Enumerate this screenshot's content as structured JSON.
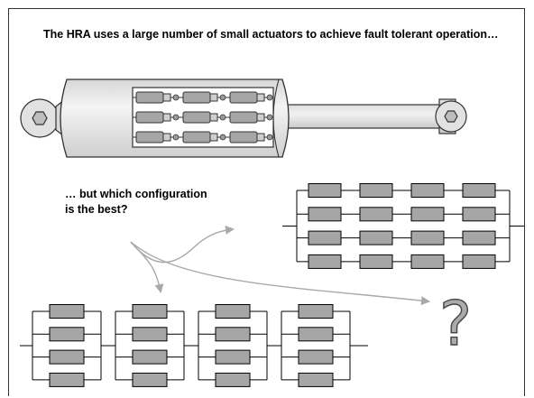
{
  "headline": "The HRA uses a large number of small actuators to achieve fault tolerant operation…",
  "question": "… but which configuration is the best?",
  "question_mark": "?",
  "actuator": {
    "inner_rows": 3,
    "inner_cols": 3
  },
  "configurations": [
    {
      "name": "parallel-of-series",
      "parallel_branches": 4,
      "series_per_branch": 4
    },
    {
      "name": "series-of-parallel",
      "series_groups": 4,
      "parallel_per_group": 4
    }
  ],
  "colors": {
    "module_fill": "#a6a6a6",
    "cylinder_fill": "#e4e4e4",
    "arrow": "#a9a9a9",
    "line": "#000000"
  }
}
